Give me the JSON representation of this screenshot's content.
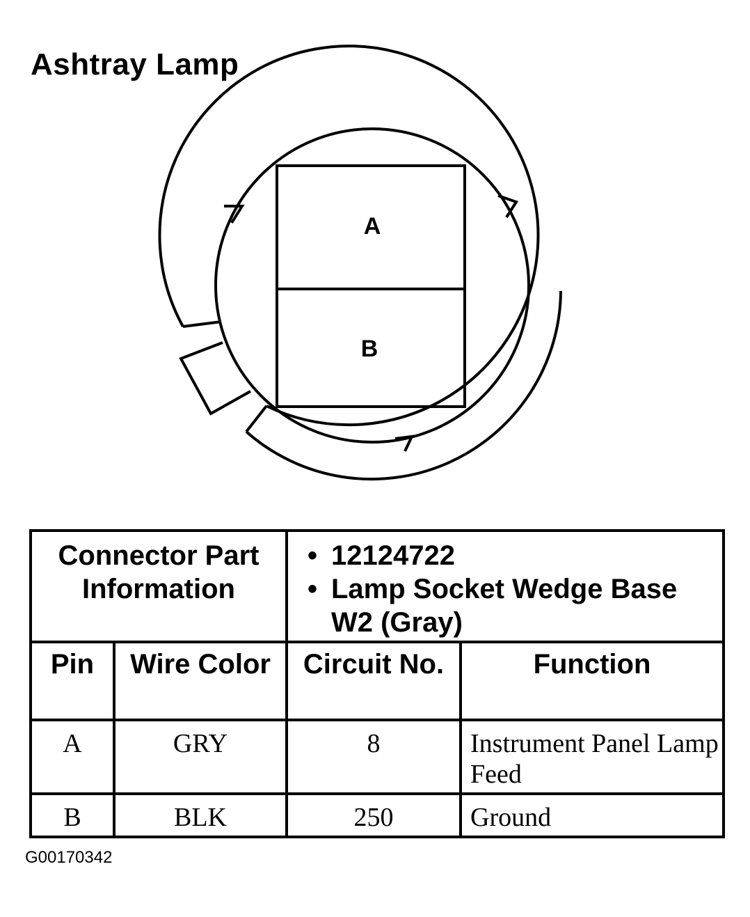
{
  "title": "Ashtray Lamp",
  "connector": {
    "pins": [
      {
        "label": "A"
      },
      {
        "label": "B"
      }
    ]
  },
  "table": {
    "part_info_label": "Connector Part Information",
    "part_info_items": [
      "12124722",
      "Lamp Socket Wedge Base W2 (Gray)"
    ],
    "columns": {
      "pin": "Pin",
      "wire_color": "Wire Color",
      "circuit_no": "Circuit No.",
      "function": "Function"
    },
    "rows": [
      {
        "pin": "A",
        "wire_color": "GRY",
        "circuit_no": "8",
        "function": "Instrument Panel Lamp Feed"
      },
      {
        "pin": "B",
        "wire_color": "BLK",
        "circuit_no": "250",
        "function": "Ground"
      }
    ]
  },
  "figure_code": "G00170342"
}
